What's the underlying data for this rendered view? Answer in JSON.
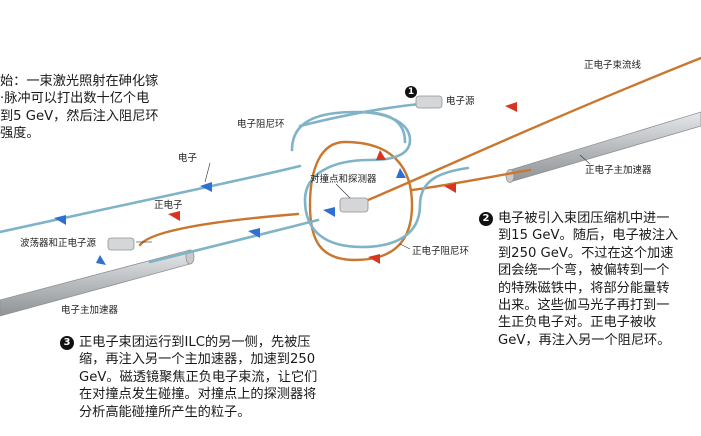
{
  "intro": {
    "lines": [
      "始：一束激光照射在砷化镓",
      "·脉冲可以打出数十亿个电",
      "到5 GeV，然后注入阻尼环",
      "强度。"
    ]
  },
  "step1": {
    "number": "1"
  },
  "step2": {
    "number": "2",
    "lines": [
      "电子被引入束团压缩机中进一",
      "到15 GeV。随后，电子被注入",
      "到250 GeV。不过在这个加速",
      "团会绕一个弯，被偏转到一个",
      "的特殊磁铁中，将部分能量转",
      "出来。这些伽马光子再打到一",
      "生正负电子对。正电子被收",
      "GeV，再注入另一个阻尼环。"
    ]
  },
  "step3": {
    "number": "3",
    "lines": [
      "正电子束团运行到ILC的另一侧，先被压",
      "缩，再注入另一个主加速器，加速到250",
      "GeV。磁透镜聚焦正负电子束流，让它们",
      "在对撞点发生碰撞。对撞点上的探测器将",
      "分析高能碰撞所产生的粒子。"
    ]
  },
  "labels": {
    "positron_beamline": "正电子束流线",
    "electron_source": "电子源",
    "electron_damping_ring": "电子阻尼环",
    "electron": "电子",
    "ip_detectors": "对撞点和探测器",
    "positron_main_linac": "正电子主加速器",
    "positron": "正电子",
    "undulator_positron_source": "波荡器和正电子源",
    "positron_damping_ring": "正电子阻尼环",
    "electron_main_linac": "电子主加速器"
  },
  "colors": {
    "electron_beam": "#7fb3c8",
    "positron_beam": "#c9772f",
    "electron_arrow": "#2f6fd1",
    "positron_arrow": "#d9341f",
    "linac": "#b9bcbf"
  }
}
